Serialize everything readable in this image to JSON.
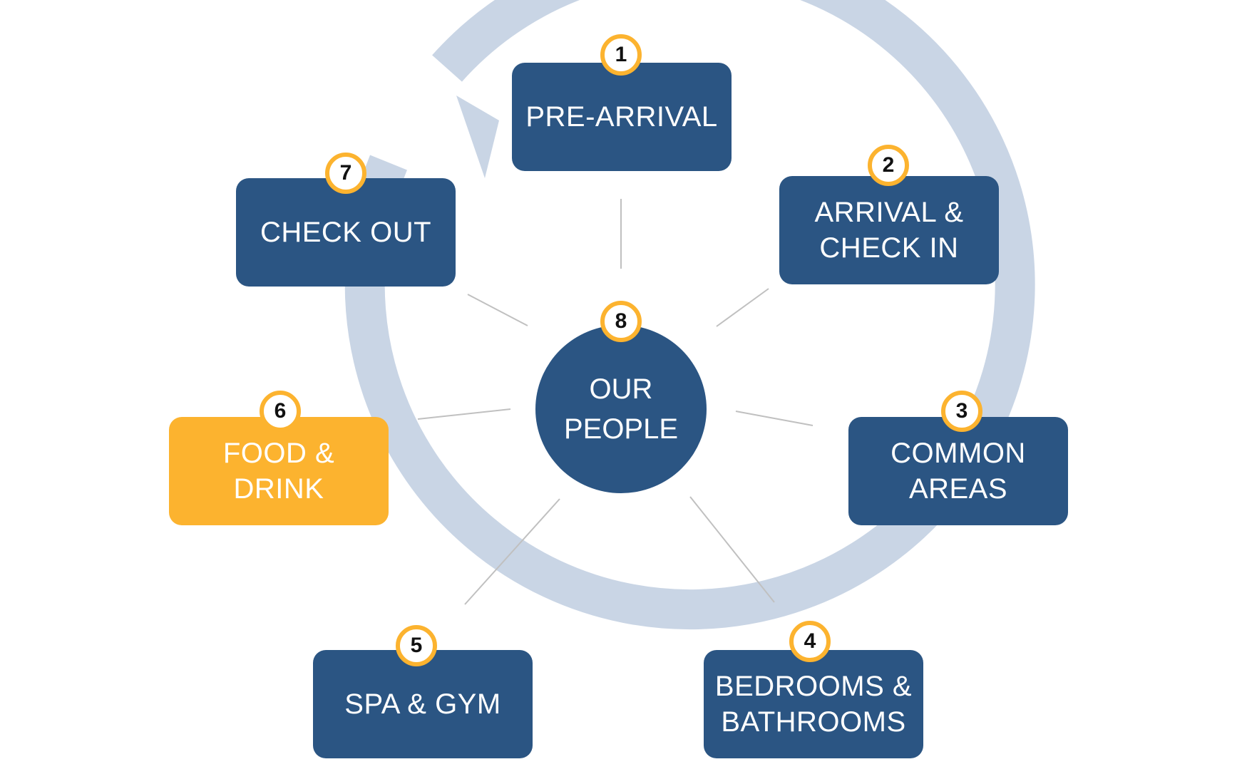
{
  "colors": {
    "box_fill": "#2b5583",
    "highlight_fill": "#fcb32f",
    "badge_border": "#fcb32f",
    "ring_arrow": "#c9d5e5",
    "spoke_line": "#c0c0c0"
  },
  "stages": [
    {
      "number": "1",
      "label": "PRE-ARRIVAL",
      "highlighted": false
    },
    {
      "number": "2",
      "label": "ARRIVAL &\nCHECK IN",
      "highlighted": false
    },
    {
      "number": "3",
      "label": "COMMON\nAREAS",
      "highlighted": false
    },
    {
      "number": "4",
      "label": "BEDROOMS &\nBATHROOMS",
      "highlighted": false
    },
    {
      "number": "5",
      "label": "SPA & GYM",
      "highlighted": false
    },
    {
      "number": "6",
      "label": "FOOD &\nDRINK",
      "highlighted": true
    },
    {
      "number": "7",
      "label": "CHECK OUT",
      "highlighted": false
    }
  ],
  "center": {
    "number": "8",
    "label": "OUR\nPEOPLE"
  }
}
